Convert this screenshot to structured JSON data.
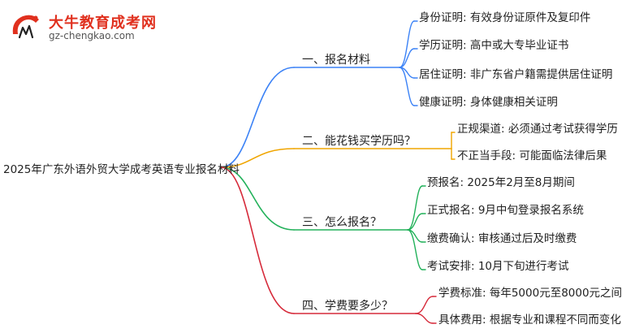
{
  "logo": {
    "title": "大牛教育成考网",
    "url": "gz-chengkao.com",
    "mark_text": "大牛"
  },
  "root": "2025年广东外语外贸大学成考英语专业报名材料",
  "colors": {
    "blue": "#3b82f6",
    "orange": "#f0a500",
    "green": "#22b15a",
    "red": "#d62a3a"
  },
  "branches": [
    {
      "label": "一、报名材料",
      "color": "blue",
      "leaves": [
        "身份证明: 有效身份证原件及复印件",
        "学历证明: 高中或大专毕业证书",
        "居住证明: 非广东省户籍需提供居住证明",
        "健康证明: 身体健康相关证明"
      ]
    },
    {
      "label": "二、能花钱买学历吗？",
      "color": "orange",
      "leaves": [
        "正规渠道: 必须通过考试获得学历",
        "不正当手段: 可能面临法律后果"
      ]
    },
    {
      "label": "三、怎么报名？",
      "color": "green",
      "leaves": [
        "预报名: 2025年2月至8月期间",
        "正式报名: 9月中旬登录报名系统",
        "缴费确认: 审核通过后及时缴费",
        "考试安排: 10月下旬进行考试"
      ]
    },
    {
      "label": "四、学费要多少？",
      "color": "red",
      "leaves": [
        "学费标准: 每年5000元至8000元之间",
        "具体费用: 根据专业和课程不同而变化"
      ]
    }
  ]
}
